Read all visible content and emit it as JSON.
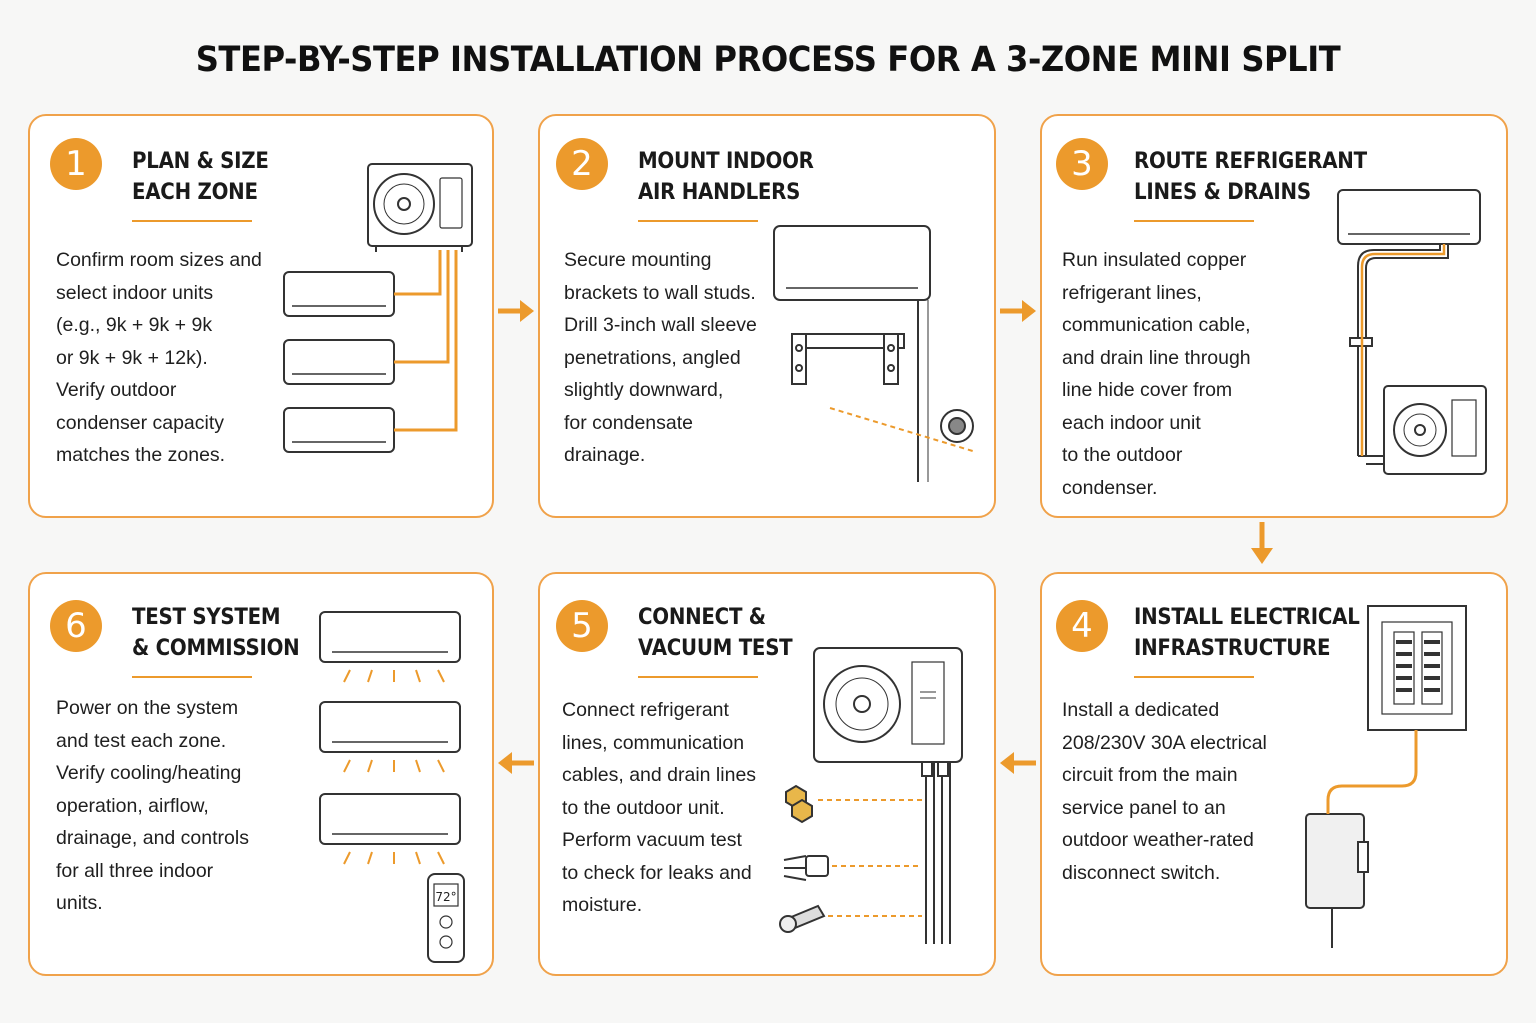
{
  "title": "STEP-BY-STEP INSTALLATION PROCESS FOR A 3-ZONE MINI SPLIT",
  "colors": {
    "accent": "#ec9a2c",
    "border": "#f0a24a",
    "background": "#f7f7f6"
  },
  "steps": [
    {
      "number": "1",
      "heading": "PLAN & SIZE\nEACH ZONE",
      "body": "Confirm room sizes and\nselect indoor units\n(e.g., 9k + 9k + 9k\nor 9k + 9k + 12k).\nVerify outdoor\ncondenser capacity\nmatches the zones.",
      "icon": "outdoor-unit-with-three-indoor-units"
    },
    {
      "number": "2",
      "heading": "MOUNT INDOOR\nAIR HANDLERS",
      "body": "Secure mounting\nbrackets to wall studs.\nDrill 3-inch wall sleeve\npenetrations, angled\nslightly downward,\nfor condensate\ndrainage.",
      "icon": "wall-mounted-unit-bracket-and-sleeve"
    },
    {
      "number": "3",
      "heading": "ROUTE REFRIGERANT\nLINES & DRAINS",
      "body": "Run insulated copper\nrefrigerant lines,\ncommunication cable,\nand drain line through\nline hide cover from\neach indoor unit\nto the outdoor\ncondenser.",
      "icon": "line-set-from-indoor-to-outdoor"
    },
    {
      "number": "4",
      "heading": "INSTALL ELECTRICAL\nINFRASTRUCTURE",
      "body": "Install a dedicated\n208/230V 30A electrical\ncircuit from the main\nservice panel to an\noutdoor weather-rated\ndisconnect switch.",
      "icon": "breaker-panel-and-disconnect"
    },
    {
      "number": "5",
      "heading": "CONNECT &\nVACUUM TEST",
      "body": "Connect refrigerant\nlines, communication\ncables, and drain lines\nto the outdoor unit.\nPerform vacuum test\nto check for leaks and\nmoisture.",
      "icon": "outdoor-unit-with-fittings"
    },
    {
      "number": "6",
      "heading": "TEST SYSTEM\n& COMMISSION",
      "body": "Power on the system\nand test each zone.\nVerify cooling/heating\noperation, airflow,\ndrainage, and controls\nfor all three indoor\nunits.",
      "icon": "three-indoor-units-and-remote",
      "remote_display": "72°"
    }
  ]
}
